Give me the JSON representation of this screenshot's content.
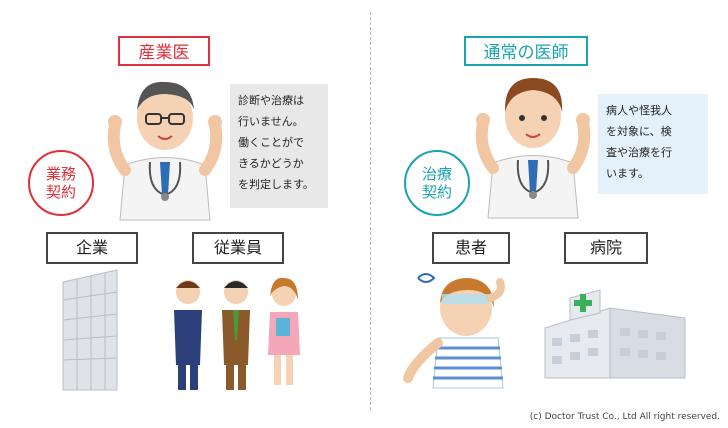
{
  "left": {
    "title": "産業医",
    "description": "診断や治療は\n行いません。\n働くことがで\nきるかどうか\nを判定します。",
    "bubble": "業務\n契約",
    "labels": [
      "企業",
      "従業員"
    ]
  },
  "right": {
    "title": "通常の医師",
    "description": "病人や怪我人\nを対象に、検\n査や治療を行\nいます。",
    "bubble": "治療\n契約",
    "labels": [
      "患者",
      "病院"
    ]
  },
  "copyright": "(c) Doctor Trust Co., Ltd All right reserved.",
  "colors": {
    "red": "#e0303a",
    "teal": "#1aa3b0"
  }
}
